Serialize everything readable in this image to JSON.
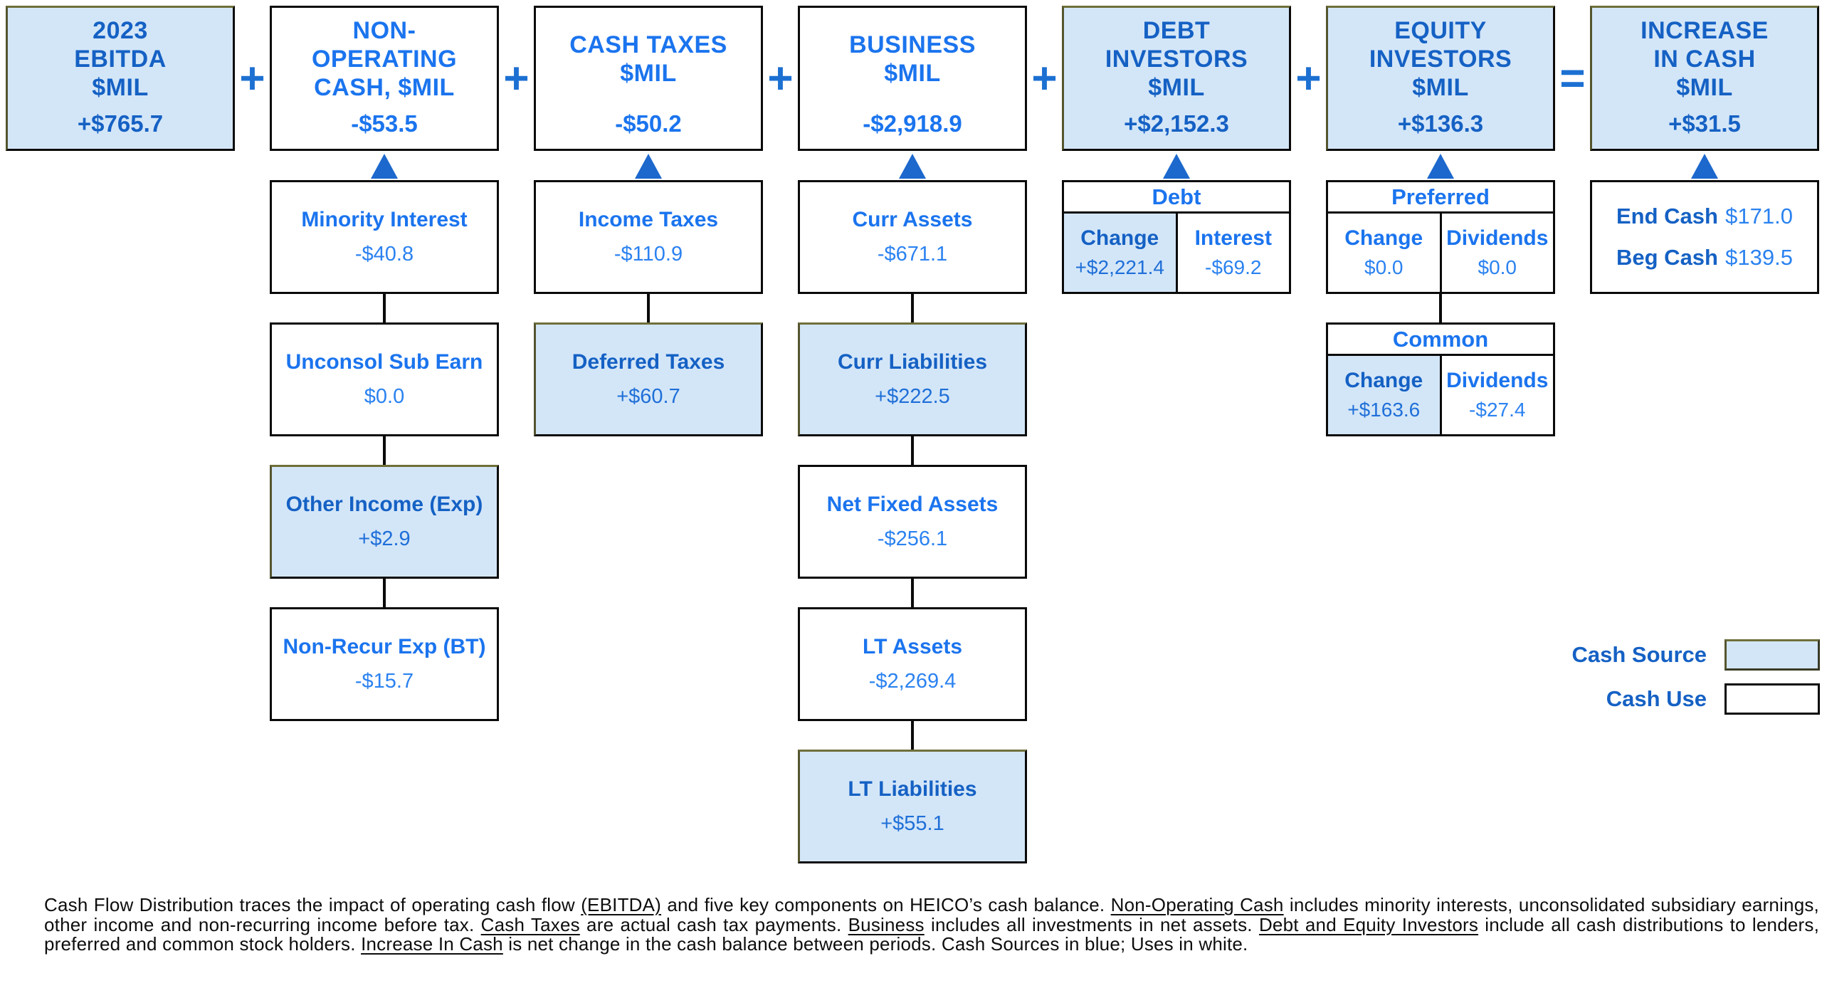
{
  "palette": {
    "source_fill": "#d3e6f8",
    "text_bright_blue": "#1b74ee",
    "text_dark_blue": "#1561c4",
    "value_on_white": "#2b82f0",
    "value_on_blue": "#1f6fd8",
    "operator_blue": "#1c70d2",
    "arrow_blue": "#1c68cd",
    "border_black": "#0a0a0a",
    "border_olive": "#6f6f3a"
  },
  "legend": {
    "source_label": "Cash Source",
    "use_label": "Cash Use"
  },
  "columns": [
    {
      "id": "ebitda",
      "title_lines": [
        "2023",
        "EBITDA",
        "$MIL"
      ],
      "value": "+$765.7",
      "variant": "source",
      "operator_after": "+"
    },
    {
      "id": "non-operating-cash",
      "title_lines": [
        "NON-",
        "OPERATING",
        "CASH, $MIL"
      ],
      "value": "-$53.5",
      "variant": "use",
      "operator_after": "+",
      "children": [
        {
          "label": "Minority Interest",
          "value": "-$40.8",
          "variant": "use"
        },
        {
          "label": "Unconsol Sub Earn",
          "value": "$0.0",
          "variant": "use"
        },
        {
          "label": "Other Income (Exp)",
          "value": "+$2.9",
          "variant": "source"
        },
        {
          "label": "Non-Recur Exp (BT)",
          "value": "-$15.7",
          "variant": "use"
        }
      ]
    },
    {
      "id": "cash-taxes",
      "title_lines": [
        "CASH TAXES",
        "$MIL"
      ],
      "value": "-$50.2",
      "variant": "use",
      "operator_after": "+",
      "children": [
        {
          "label": "Income Taxes",
          "value": "-$110.9",
          "variant": "use"
        },
        {
          "label": "Deferred Taxes",
          "value": "+$60.7",
          "variant": "source"
        }
      ]
    },
    {
      "id": "business",
      "title_lines": [
        "BUSINESS",
        "$MIL"
      ],
      "value": "-$2,918.9",
      "variant": "use",
      "operator_after": "+",
      "children": [
        {
          "label": "Curr Assets",
          "value": "-$671.1",
          "variant": "use"
        },
        {
          "label": "Curr Liabilities",
          "value": "+$222.5",
          "variant": "source"
        },
        {
          "label": "Net Fixed Assets",
          "value": "-$256.1",
          "variant": "use"
        },
        {
          "label": "LT Assets",
          "value": "-$2,269.4",
          "variant": "use"
        },
        {
          "label": "LT Liabilities",
          "value": "+$55.1",
          "variant": "source"
        }
      ]
    },
    {
      "id": "debt-investors",
      "title_lines": [
        "DEBT",
        "INVESTORS",
        "$MIL"
      ],
      "value": "+$2,152.3",
      "variant": "source",
      "operator_after": "+",
      "tables": [
        {
          "header": "Debt",
          "cells": [
            {
              "label": "Change",
              "value": "+$2,221.4",
              "variant": "source"
            },
            {
              "label": "Interest",
              "value": "-$69.2",
              "variant": "use"
            }
          ]
        }
      ]
    },
    {
      "id": "equity-investors",
      "title_lines": [
        "EQUITY",
        "INVESTORS",
        "$MIL"
      ],
      "value": "+$136.3",
      "variant": "source",
      "operator_after": "=",
      "tables": [
        {
          "header": "Preferred",
          "cells": [
            {
              "label": "Change",
              "value": "$0.0",
              "variant": "use"
            },
            {
              "label": "Dividends",
              "value": "$0.0",
              "variant": "use"
            }
          ]
        },
        {
          "header": "Common",
          "cells": [
            {
              "label": "Change",
              "value": "+$163.6",
              "variant": "source"
            },
            {
              "label": "Dividends",
              "value": "-$27.4",
              "variant": "use"
            }
          ]
        }
      ]
    },
    {
      "id": "increase-in-cash",
      "title_lines": [
        "INCREASE",
        "IN CASH",
        "$MIL"
      ],
      "value": "+$31.5",
      "variant": "source",
      "operator_after": null,
      "cash_rows": [
        {
          "label": "End Cash",
          "value": "$171.0"
        },
        {
          "label": "Beg Cash",
          "value": "$139.5"
        }
      ]
    }
  ],
  "footnote": {
    "segments": [
      {
        "text": "Cash Flow Distribution traces the impact of operating cash flow ",
        "u": false
      },
      {
        "text": "(EBITDA)",
        "u": true
      },
      {
        "text": " and five key components on HEICO’s cash balance.  ",
        "u": false
      },
      {
        "text": "Non-Operating Cash",
        "u": true
      },
      {
        "text": " includes minority interests, unconsolidated subsidiary earnings, other income and non-recurring income before tax.  ",
        "u": false
      },
      {
        "text": "Cash Taxes",
        "u": true
      },
      {
        "text": " are actual cash tax payments.  ",
        "u": false
      },
      {
        "text": "Business",
        "u": true
      },
      {
        "text": " includes all investments in net assets.  ",
        "u": false
      },
      {
        "text": "Debt and Equity Investors",
        "u": true
      },
      {
        "text": " include all cash distributions to lenders, preferred and common stock holders.  ",
        "u": false
      },
      {
        "text": "Increase In Cash",
        "u": true
      },
      {
        "text": " is net change in the cash balance between periods.  Cash Sources in blue;  Uses in white.",
        "u": false
      }
    ]
  }
}
